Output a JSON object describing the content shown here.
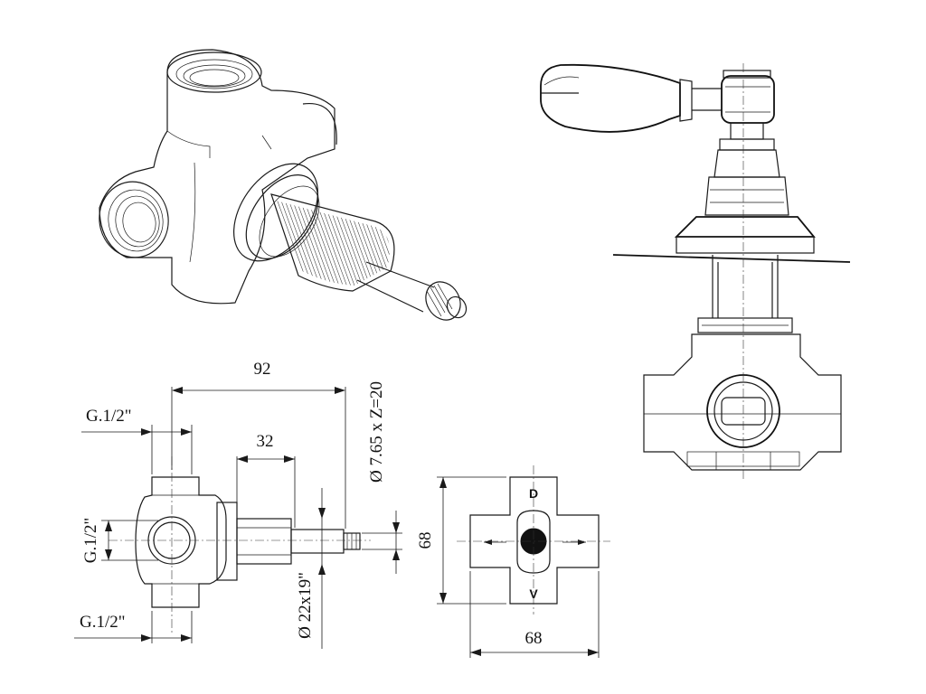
{
  "dimensions": {
    "overall_length": "92",
    "spindle_length": "32",
    "inlet_top": "G.1/2\"",
    "inlet_side": "G.1/2\"",
    "inlet_bottom": "G.1/2\"",
    "spline": "Ø 7.65 x Z=20",
    "body_thread": "Ø 22x19\"",
    "plate_height": "68",
    "plate_width": "68"
  },
  "plate_marks": {
    "top": "D",
    "bottom": "V"
  }
}
